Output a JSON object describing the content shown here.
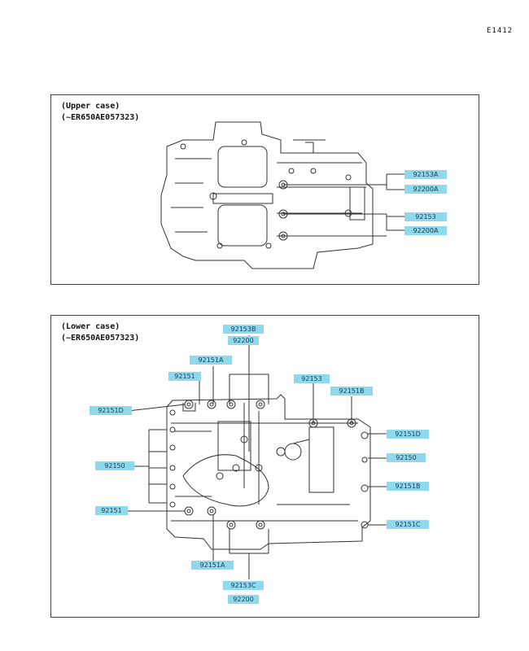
{
  "page_code": "E1412",
  "upper": {
    "title_line1": "(Upper case)",
    "title_line2": "(~ER650AE057323)",
    "labels": [
      "92153A",
      "92200A",
      "92153",
      "92200A"
    ]
  },
  "lower": {
    "title_line1": "(Lower case)",
    "title_line2": "(~ER650AE057323)",
    "labels": [
      "92153B",
      "92200",
      "92151A",
      "92151",
      "92153",
      "92151B",
      "92151D",
      "92151D",
      "92150",
      "92150",
      "92151B",
      "92151",
      "92151C",
      "92151A",
      "92153C",
      "92200"
    ]
  }
}
